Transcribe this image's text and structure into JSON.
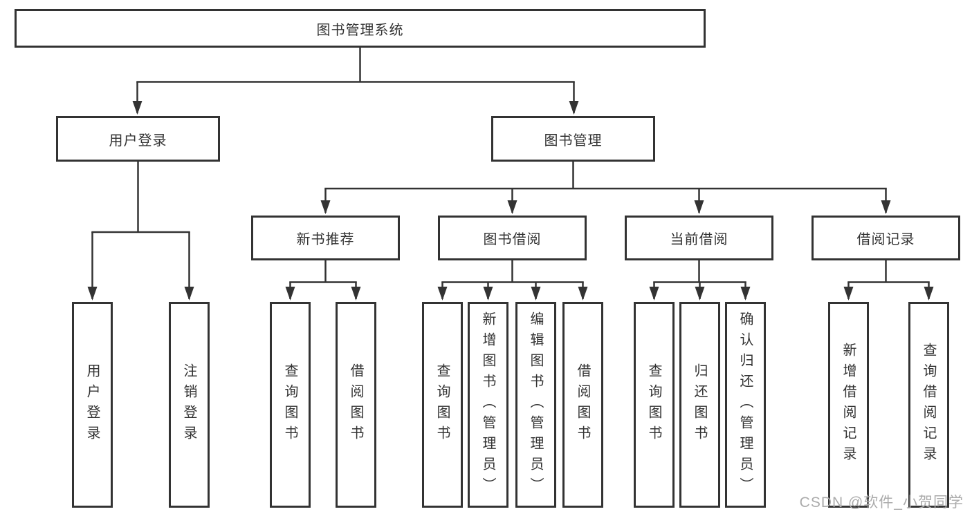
{
  "diagram": {
    "root": {
      "label": "图书管理系统"
    },
    "level2": [
      {
        "label": "用户登录"
      },
      {
        "label": "图书管理"
      }
    ],
    "level3": [
      {
        "label": "新书推荐"
      },
      {
        "label": "图书借阅"
      },
      {
        "label": "当前借阅"
      },
      {
        "label": "借阅记录"
      }
    ],
    "children": {
      "user_login": [
        "用户登录",
        "注销登录"
      ],
      "new_book": [
        "查询图书",
        "借阅图书"
      ],
      "book_borrow": [
        "查询图书",
        "新增图书（管理员）",
        "编辑图书（管理员）",
        "借阅图书"
      ],
      "current_borrow": [
        "查询图书",
        "归还图书",
        "确认归还（管理员）"
      ],
      "borrow_record": [
        "新增借阅记录",
        "查询借阅记录"
      ]
    }
  },
  "watermark": {
    "text": "CSDN @软件_小贺同学"
  },
  "colors": {
    "line": "#333333",
    "box_border": "#333333",
    "text": "#333333",
    "watermark": "#ababab",
    "background": "#ffffff"
  }
}
